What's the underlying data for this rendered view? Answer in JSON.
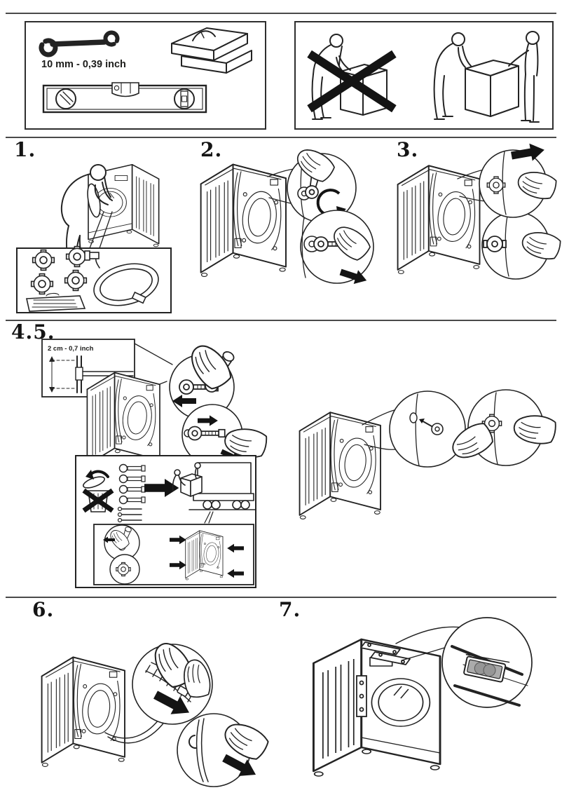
{
  "document": {
    "kind": "washing-machine installation guide page",
    "language_free": true
  },
  "colors": {
    "paper": "#ffffff",
    "ink": "#232323",
    "solid_black": "#141414",
    "divider_gray": "#4a4a4a",
    "level_bubble_gray": "#a8a8a8"
  },
  "tools_panel": {
    "wrench_size_label": "10 mm - 0,39 inch",
    "icons": [
      "open-end-wrench",
      "toolbox",
      "spirit-level"
    ]
  },
  "handling_panel": {
    "prohibited_icon": "single-person-lift-crossed-out",
    "allowed_icon": "two-person-lift"
  },
  "steps": [
    {
      "number": "1.",
      "depicts": "remove accessory kit (caps, inlet hose, syphon) from drum"
    },
    {
      "number": "2.",
      "depicts": "unscrew and pull out transit bolts at rear"
    },
    {
      "number": "3.",
      "depicts": "fit plastic caps into transit bolt holes"
    },
    {
      "number": "4.5.",
      "wall_clearance_label": "2 cm - 0,7 inch",
      "depicts": "keep wall clearance, store transit bolts for future transport, fit caps"
    },
    {
      "number": "6.",
      "depicts": "release drain hose from rear clips"
    },
    {
      "number": "7.",
      "depicts": "check machine is level using built-in level indicator"
    }
  ]
}
